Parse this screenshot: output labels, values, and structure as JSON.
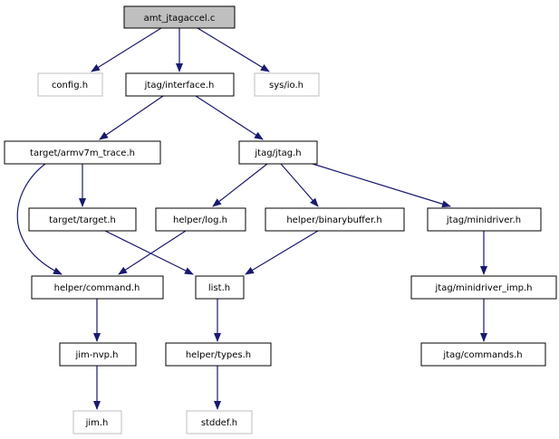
{
  "colors": {
    "edge": "#191970",
    "node_border": "#000000",
    "external_border": "#bfbfbf",
    "root_fill": "#bfbfbf",
    "node_fill": "#ffffff",
    "text": "#000000"
  },
  "nodes": {
    "amt_jtagaccel_c": {
      "label": "amt_jtagaccel.c",
      "kind": "root"
    },
    "config_h": {
      "label": "config.h",
      "kind": "external"
    },
    "jtag_interface_h": {
      "label": "jtag/interface.h",
      "kind": "normal"
    },
    "sys_io_h": {
      "label": "sys/io.h",
      "kind": "external"
    },
    "target_armv7m_trace_h": {
      "label": "target/armv7m_trace.h",
      "kind": "normal"
    },
    "jtag_jtag_h": {
      "label": "jtag/jtag.h",
      "kind": "normal"
    },
    "target_target_h": {
      "label": "target/target.h",
      "kind": "normal"
    },
    "helper_log_h": {
      "label": "helper/log.h",
      "kind": "normal"
    },
    "helper_binarybuffer_h": {
      "label": "helper/binarybuffer.h",
      "kind": "normal"
    },
    "jtag_minidriver_h": {
      "label": "jtag/minidriver.h",
      "kind": "normal"
    },
    "helper_command_h": {
      "label": "helper/command.h",
      "kind": "normal"
    },
    "list_h": {
      "label": "list.h",
      "kind": "normal"
    },
    "jtag_minidriver_imp_h": {
      "label": "jtag/minidriver_imp.h",
      "kind": "normal"
    },
    "jim_nvp_h": {
      "label": "jim-nvp.h",
      "kind": "normal"
    },
    "helper_types_h": {
      "label": "helper/types.h",
      "kind": "normal"
    },
    "jtag_commands_h": {
      "label": "jtag/commands.h",
      "kind": "normal"
    },
    "jim_h": {
      "label": "jim.h",
      "kind": "external"
    },
    "stddef_h": {
      "label": "stddef.h",
      "kind": "external"
    }
  },
  "edges": [
    {
      "from": "amt_jtagaccel_c",
      "to": "config_h"
    },
    {
      "from": "amt_jtagaccel_c",
      "to": "jtag_interface_h"
    },
    {
      "from": "amt_jtagaccel_c",
      "to": "sys_io_h"
    },
    {
      "from": "jtag_interface_h",
      "to": "target_armv7m_trace_h"
    },
    {
      "from": "jtag_interface_h",
      "to": "jtag_jtag_h"
    },
    {
      "from": "target_armv7m_trace_h",
      "to": "target_target_h"
    },
    {
      "from": "target_armv7m_trace_h",
      "to": "helper_command_h"
    },
    {
      "from": "jtag_jtag_h",
      "to": "helper_log_h"
    },
    {
      "from": "jtag_jtag_h",
      "to": "helper_binarybuffer_h"
    },
    {
      "from": "jtag_jtag_h",
      "to": "jtag_minidriver_h"
    },
    {
      "from": "target_target_h",
      "to": "list_h"
    },
    {
      "from": "helper_log_h",
      "to": "helper_command_h"
    },
    {
      "from": "helper_binarybuffer_h",
      "to": "list_h"
    },
    {
      "from": "jtag_minidriver_h",
      "to": "jtag_minidriver_imp_h"
    },
    {
      "from": "helper_command_h",
      "to": "jim_nvp_h"
    },
    {
      "from": "list_h",
      "to": "helper_types_h"
    },
    {
      "from": "jtag_minidriver_imp_h",
      "to": "jtag_commands_h"
    },
    {
      "from": "jim_nvp_h",
      "to": "jim_h"
    },
    {
      "from": "helper_types_h",
      "to": "stddef_h"
    }
  ]
}
